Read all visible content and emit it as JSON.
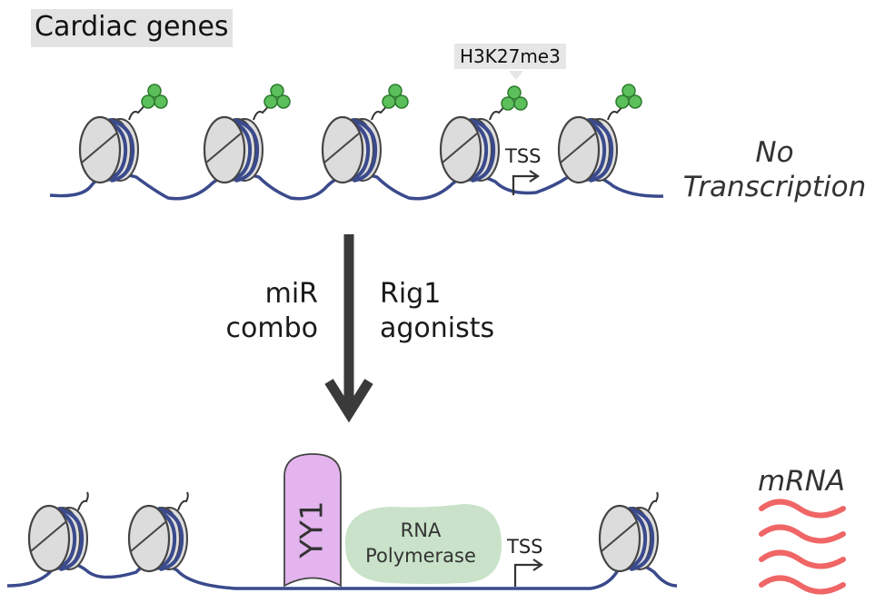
{
  "title": "Cardiac genes",
  "histone_mark": "H3K27me3",
  "top_row": {
    "tss_label": "TSS",
    "state_line1": "No",
    "state_line2": "Transcription"
  },
  "treatment": {
    "left_line1": "miR",
    "left_line2": "combo",
    "right_line1": "Rig1",
    "right_line2": "agonists"
  },
  "bottom_row": {
    "factor_label": "YY1",
    "polymerase_line1": "RNA",
    "polymerase_line2": "Polymerase",
    "tss_label": "TSS",
    "output_label": "mRNA"
  },
  "colors": {
    "dna": "#3a4a8c",
    "histone_fill": "#dedede",
    "histone_stroke": "#444444",
    "methyl_mark": "#5bbf5b",
    "yy1": "#e3b4ee",
    "polymerase": "#c9e2c9",
    "mrna": "#f06666",
    "arrow": "#3a3a3a"
  }
}
